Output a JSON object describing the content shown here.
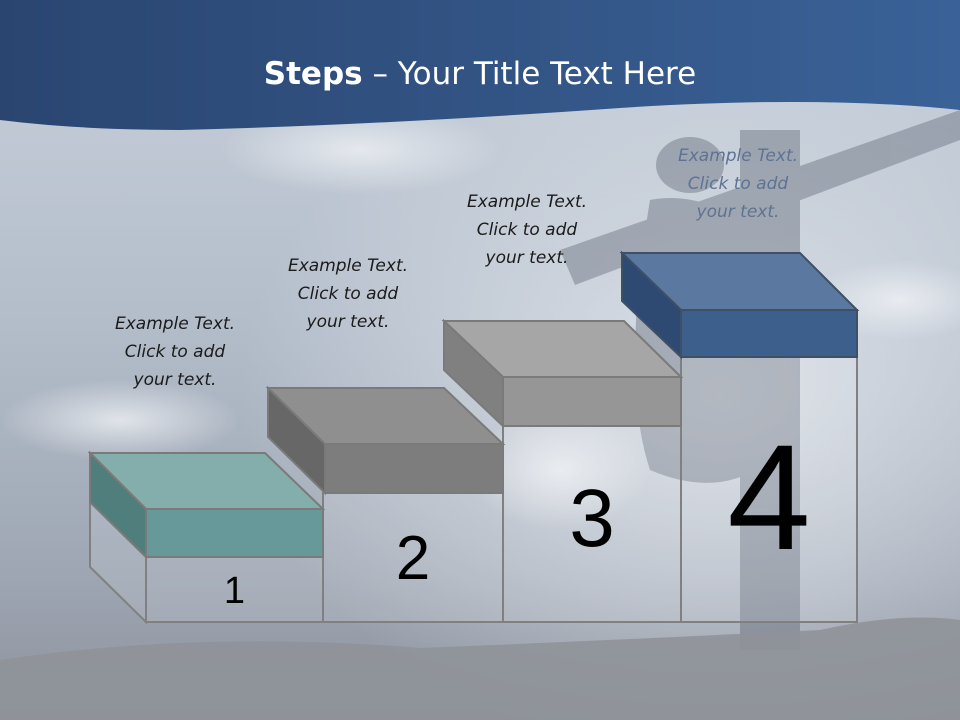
{
  "slide": {
    "title_bold": "Steps",
    "title_rest": " – Your Title Text Here"
  },
  "steps": [
    {
      "number": "1",
      "lines": [
        "Example Text.",
        "Click  to add",
        "your text."
      ],
      "color": "#6a9e9c"
    },
    {
      "number": "2",
      "lines": [
        "Example Text.",
        "Click  to add",
        "your text."
      ],
      "color": "#8c8c8c"
    },
    {
      "number": "3",
      "lines": [
        "Example Text.",
        "Click  to add",
        "your text."
      ],
      "color": "#a5a5a5"
    },
    {
      "number": "4",
      "lines": [
        "Example Text.",
        "Click  to add",
        "your text."
      ],
      "color": "#4a6a94"
    }
  ],
  "colors": {
    "header": "#2e4d79",
    "sky": "#b5bfcc"
  }
}
